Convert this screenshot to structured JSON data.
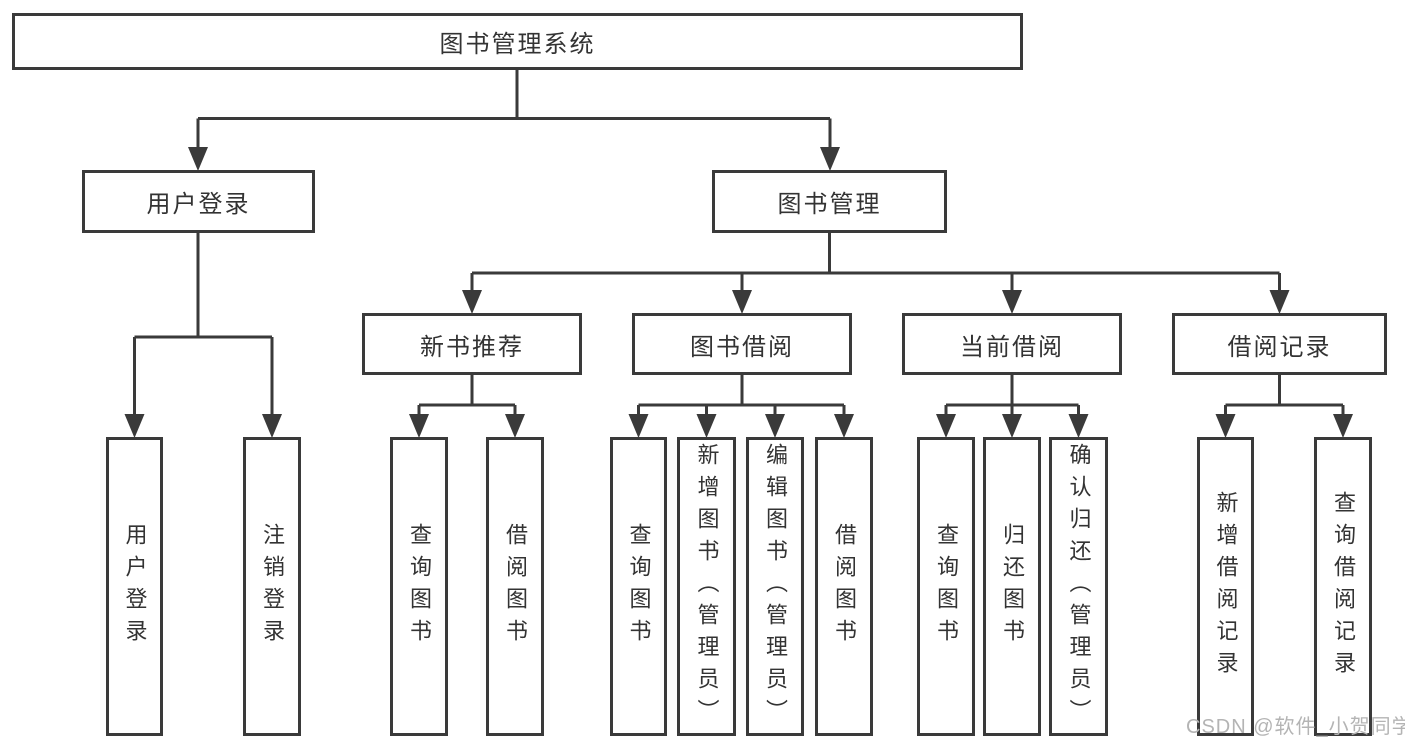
{
  "tree": {
    "root": "图书管理系统",
    "children": [
      {
        "label": "用户登录",
        "children": [
          "用户登录",
          "注销登录"
        ]
      },
      {
        "label": "图书管理",
        "children": [
          {
            "label": "新书推荐",
            "children": [
              "查询图书",
              "借阅图书"
            ]
          },
          {
            "label": "图书借阅",
            "children": [
              "查询图书",
              "新增图书（管理员）",
              "编辑图书（管理员）",
              "借阅图书"
            ]
          },
          {
            "label": "当前借阅",
            "children": [
              "查询图书",
              "归还图书",
              "确认归还（管理员）"
            ]
          },
          {
            "label": "借阅记录",
            "children": [
              "新增借阅记录",
              "查询借阅记录"
            ]
          }
        ]
      }
    ]
  },
  "watermark": "CSDN @软件_小贺同学",
  "colors": {
    "line": "#3a3a3a",
    "text": "#333333",
    "box_background": "#ffffff",
    "page_background": "#ffffff",
    "watermark": "#b4b4b4"
  }
}
